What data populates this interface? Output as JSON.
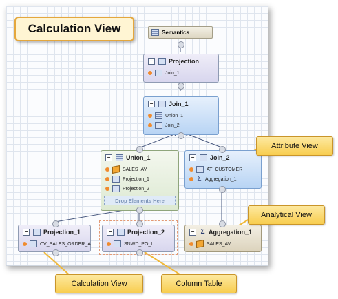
{
  "title": "Calculation View",
  "semantics": {
    "label": "Semantics"
  },
  "projection_top": {
    "title": "Projection",
    "rows": [
      "Join_1"
    ]
  },
  "join1": {
    "title": "Join_1",
    "rows": [
      "Union_1",
      "Join_2"
    ]
  },
  "union1": {
    "title": "Union_1",
    "rows": [
      "SALES_AV",
      "Projection_1",
      "Projection_2"
    ],
    "drop": "Drop Elements Here"
  },
  "join2": {
    "title": "Join_2",
    "rows": [
      "AT_CUSTOMER",
      "Aggregation_1"
    ]
  },
  "projection1": {
    "title": "Projection_1",
    "rows": [
      "CV_SALES_ORDER_A"
    ]
  },
  "projection2": {
    "title": "Projection_2",
    "rows": [
      "SNWD_PO_I"
    ]
  },
  "aggregation1": {
    "title": "Aggregation_1",
    "rows": [
      "SALES_AV"
    ]
  },
  "callouts": {
    "attribute_view": "Attribute View",
    "analytical_view": "Analytical View",
    "calculation_view": "Calculation View",
    "column_table": "Column Table"
  },
  "colors": {
    "accent": "#f8cd4f",
    "port_dot": "#f08b2e",
    "wire": "#4a5a80"
  }
}
